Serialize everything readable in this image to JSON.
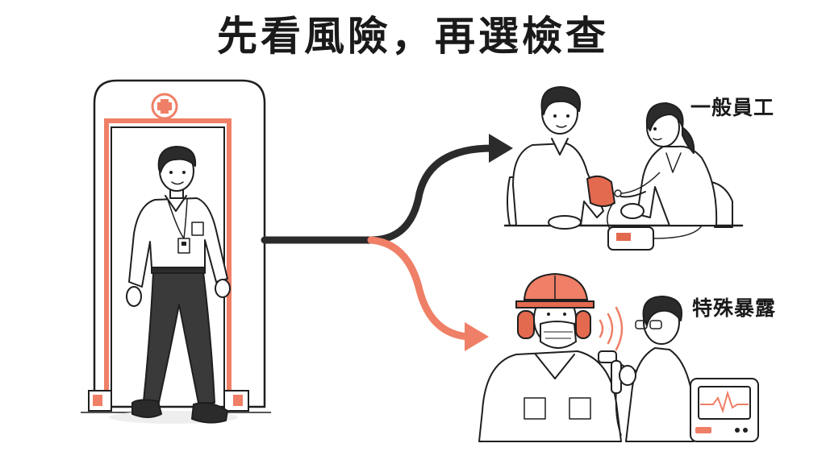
{
  "title": "先看風險，再選檢查",
  "paths": {
    "general": {
      "label": "一般員工"
    },
    "special": {
      "label": "特殊暴露"
    }
  },
  "colors": {
    "dark": "#2b2b2b",
    "accent": "#ef7f66",
    "accent_dark": "#e46a4f",
    "outline": "#1f1f1f"
  },
  "icons": [
    "medical-cross-icon",
    "safety-helmet-icon",
    "earmuffs-icon",
    "face-mask-icon",
    "ecg-wave-icon",
    "sound-waves-icon"
  ]
}
